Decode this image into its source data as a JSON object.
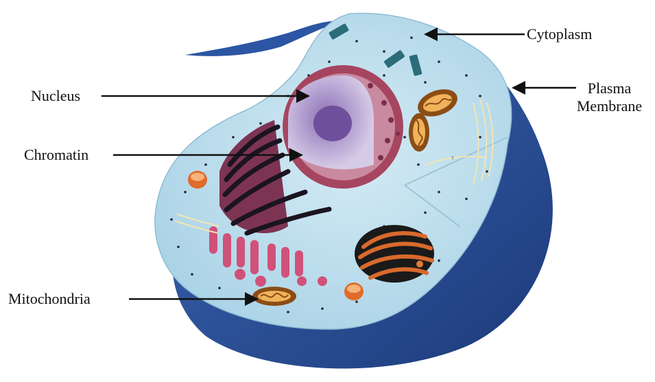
{
  "labels": {
    "cytoplasm": "Cytoplasm",
    "plasma_membrane_line1": "Plasma",
    "plasma_membrane_line2": "Membrane",
    "nucleus": "Nucleus",
    "chromatin": "Chromatin",
    "mitochondria": "Mitochondria"
  },
  "colors": {
    "membrane": "#2a4f97",
    "cytoplasm": "#bfe0ee",
    "nucleus_envelope": "#a6455f",
    "nucleoplasm": "#b9a7d3",
    "er": "#c86a86",
    "golgi": "#c9632c",
    "mitochondria": "#b8732a",
    "arrow": "#111111"
  }
}
